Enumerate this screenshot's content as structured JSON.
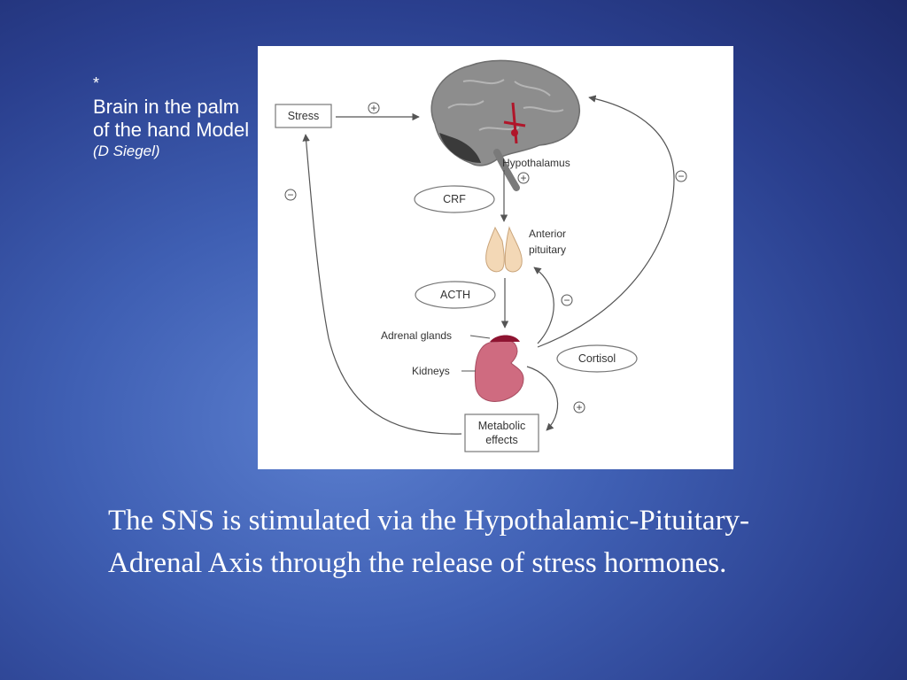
{
  "side_note": {
    "star": "*",
    "line1": "Brain in the palm of the hand Model",
    "credit": "(D Siegel)"
  },
  "diagram": {
    "stress": "Stress",
    "hypothalamus": "Hypothalamus",
    "crf": "CRF",
    "anterior_pituitary_1": "Anterior",
    "anterior_pituitary_2": "pituitary",
    "acth": "ACTH",
    "adrenal_glands": "Adrenal glands",
    "kidneys": "Kidneys",
    "cortisol": "Cortisol",
    "metabolic_1": "Metabolic",
    "metabolic_2": "effects",
    "plus": "+",
    "minus": "−"
  },
  "caption": "The SNS is stimulated via the Hypothalamic-Pituitary-Adrenal Axis through the release of stress hormones."
}
